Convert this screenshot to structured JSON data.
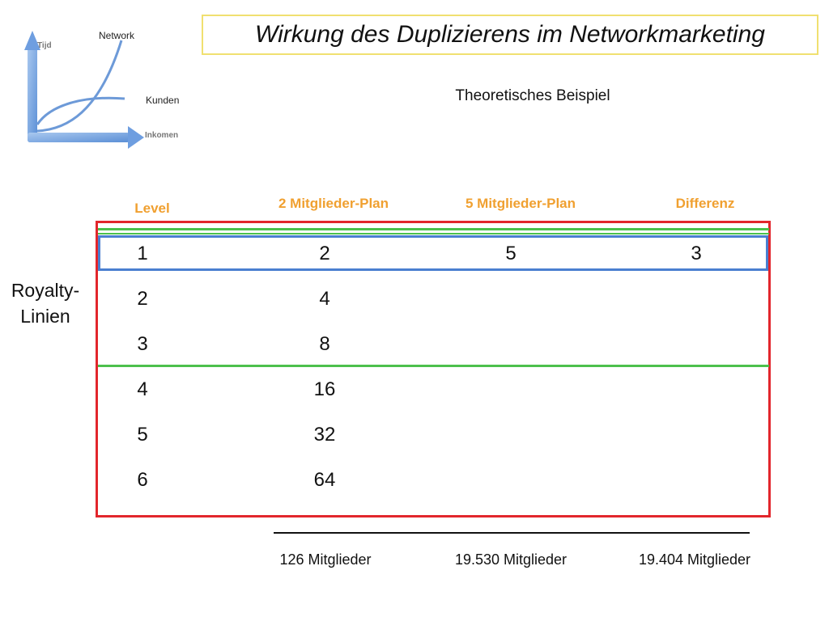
{
  "logo": {
    "axis_y_label": "Tijd",
    "axis_x_label": "Inkomen",
    "curve_network_label": "Network",
    "curve_customers_label": "Kunden"
  },
  "header": {
    "title": "Wirkung des Duplizierens im Networkmarketing",
    "subtitle": "Theoretisches Beispiel"
  },
  "table": {
    "headers": {
      "level": "Level",
      "plan2": "2 Mitglieder-Plan",
      "plan5": "5 Mitglieder-Plan",
      "diff": "Differenz"
    },
    "row_label": "Royalty- Linien",
    "rows": [
      {
        "level": "1",
        "plan2": "2",
        "plan5": "5",
        "diff": "3"
      },
      {
        "level": "2",
        "plan2": "4",
        "plan5": "",
        "diff": ""
      },
      {
        "level": "3",
        "plan2": "8",
        "plan5": "",
        "diff": ""
      },
      {
        "level": "4",
        "plan2": "16",
        "plan5": "",
        "diff": ""
      },
      {
        "level": "5",
        "plan2": "32",
        "plan5": "",
        "diff": ""
      },
      {
        "level": "6",
        "plan2": "64",
        "plan5": "",
        "diff": ""
      }
    ],
    "totals": {
      "plan2": "126 Mitglieder",
      "plan5": "19.530 Mitglieder",
      "diff": "19.404 Mitglieder"
    }
  },
  "colors": {
    "header_orange": "#f0a030",
    "frame_red": "#e2262c",
    "frame_green": "#4cc04c",
    "frame_blue": "#4a7fd0",
    "title_border": "#f0e070"
  }
}
